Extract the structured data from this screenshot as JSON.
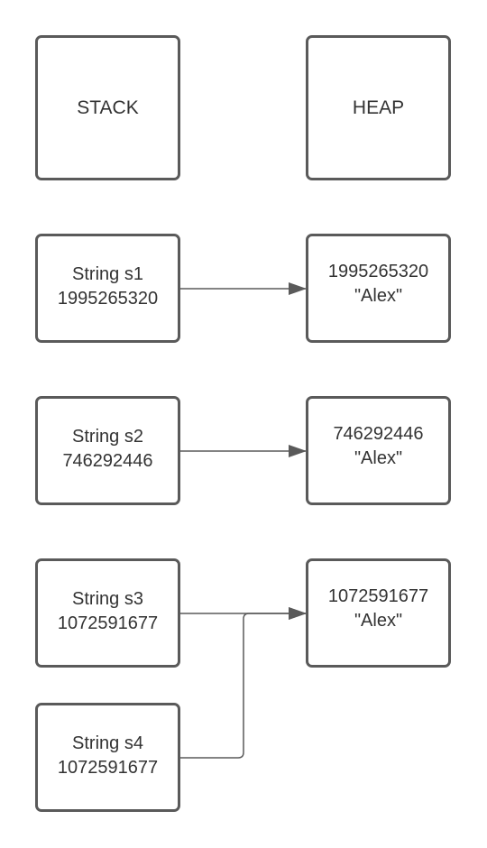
{
  "columns": {
    "stack": "STACK",
    "heap": "HEAP"
  },
  "stack": [
    {
      "name": "String s1",
      "ref": "1995265320"
    },
    {
      "name": "String s2",
      "ref": "746292446"
    },
    {
      "name": "String s3",
      "ref": "1072591677"
    },
    {
      "name": "String s4",
      "ref": "1072591677"
    }
  ],
  "heap": [
    {
      "address": "1995265320",
      "value": "\"Alex\""
    },
    {
      "address": "746292446",
      "value": "\"Alex\""
    },
    {
      "address": "1072591677",
      "value": "\"Alex\""
    }
  ],
  "colors": {
    "stroke": "#5a5a5a",
    "text": "#333333",
    "background": "#ffffff"
  }
}
